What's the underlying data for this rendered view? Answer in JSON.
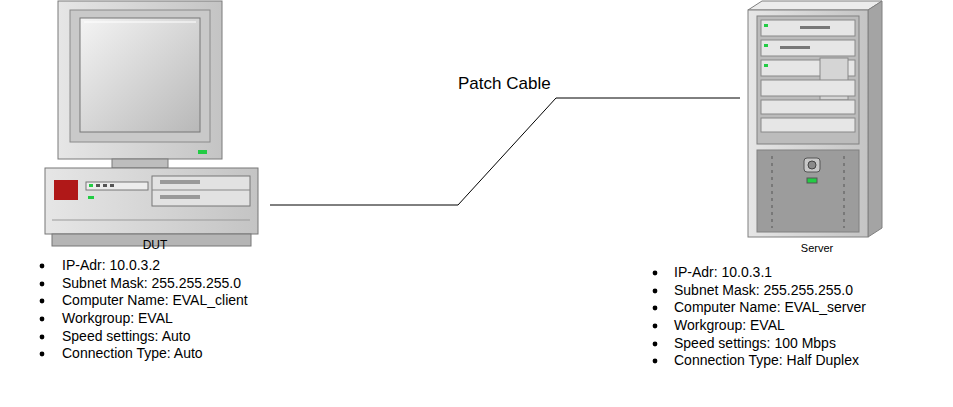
{
  "diagram": {
    "nodes": [
      {
        "text": [
          "DUT"
        ]
      },
      {
        "text": [
          "Server"
        ]
      }
    ],
    "edges": [
      {
        "from": 0,
        "to": 1,
        "arrow": "none",
        "label": "Patch Cable"
      }
    ],
    "labels": [
      "IP-Adr: 10.0.3.2",
      "Subnet Mask: 255.255.255.0",
      "Computer Name: EVAL_client",
      "Workgroup: EVAL",
      "Speed settings: Auto",
      "Connection Type: Auto",
      "IP-Adr: 10.0.3.1",
      "Subnet Mask: 255.255.255.0",
      "Computer Name: EVAL_server",
      "Workgroup: EVAL",
      "Speed settings: 100 Mbps",
      "Connection Type: Half Duplex"
    ]
  }
}
